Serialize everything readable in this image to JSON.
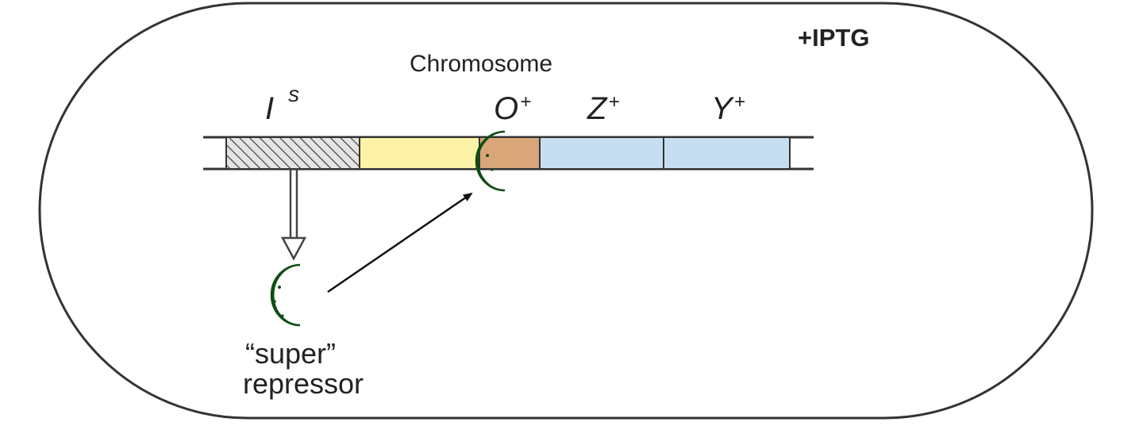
{
  "labels": {
    "condition": "+IPTG",
    "chromosome": "Chromosome",
    "gene_i": "I",
    "gene_i_superscript": "s",
    "gene_o": "O",
    "gene_o_superscript": "+",
    "gene_z": "Z",
    "gene_z_superscript": "+",
    "gene_y": "Y",
    "gene_y_superscript": "+",
    "repressor_line1": "“super”",
    "repressor_line2": "repressor"
  },
  "colors": {
    "cell_outline": "#333333",
    "promoter": "#fdf3a6",
    "operator": "#d9a679",
    "structural_genes": "#c7def2",
    "repressor": "#1f7a26",
    "repressor_dark": "#0f4d14",
    "text_gray": "#555555"
  }
}
